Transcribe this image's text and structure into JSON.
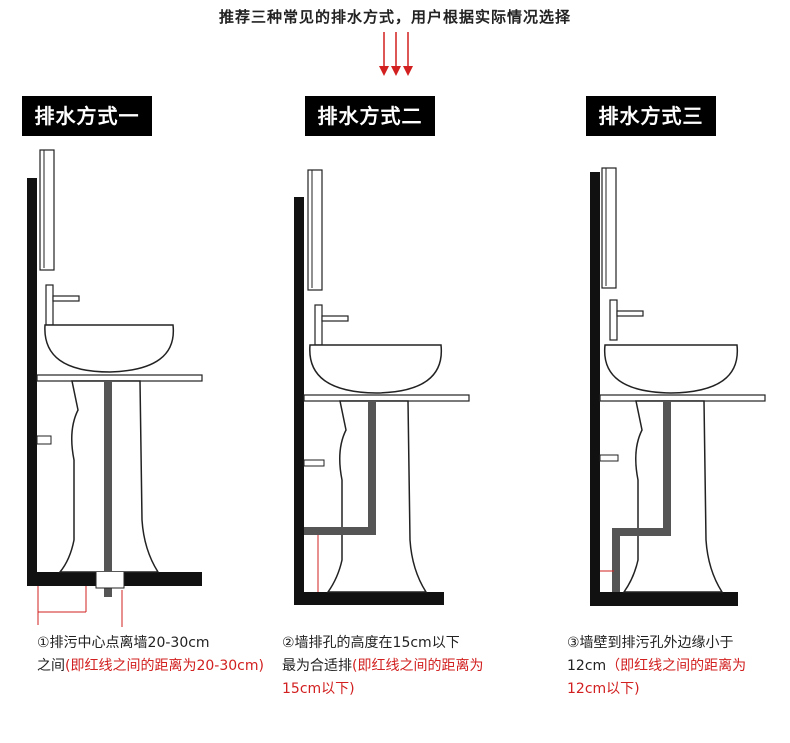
{
  "header": {
    "title": "推荐三种常见的排水方式，用户根据实际情况选择"
  },
  "methods": [
    {
      "title": "排水方式一",
      "caption_line1": "①排污中心点离墙20-30cm",
      "caption_black": "之间",
      "caption_red": "(即红线之间的距离为20-30cm)"
    },
    {
      "title": "排水方式二",
      "caption_line1": "②墙排孔的高度在15cm以下",
      "caption_black": "最为合适排",
      "caption_red": "(即红线之间的距离为15cm以下)"
    },
    {
      "title": "排水方式三",
      "caption_line1": "③墙壁到排污孔外边缘小于",
      "caption_black": "12cm",
      "caption_red": "（即红线之间的距离为12cm以下)"
    }
  ],
  "colors": {
    "accent_red": "#d21f1f",
    "pipe": "#555555",
    "structure": "#111111"
  }
}
